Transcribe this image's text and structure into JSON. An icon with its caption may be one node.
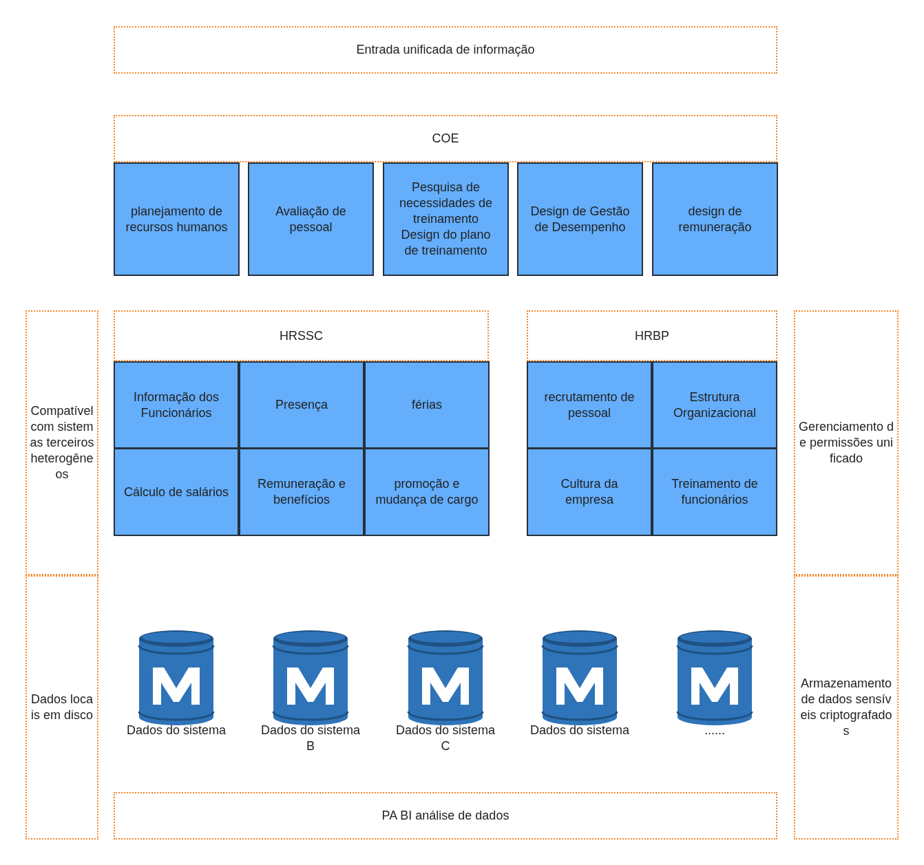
{
  "diagram": {
    "nodes": [
      {
        "text": [
          "Entrada unificada de informação"
        ]
      },
      {
        "text": [
          "COE"
        ]
      },
      {
        "text": [
          "planejamento de recursos humanos"
        ]
      },
      {
        "text": [
          "Avaliação de pessoal"
        ]
      },
      {
        "text": [
          "Pesquisa de necessidades de treinamento Design do plano de treinamento"
        ]
      },
      {
        "text": [
          "Design de Gestão de Desempenho"
        ]
      },
      {
        "text": [
          "design de remuneração"
        ]
      },
      {
        "text": [
          "Compatível com sistemas terceiros heterogêneos"
        ]
      },
      {
        "text": [
          "HRSSC"
        ]
      },
      {
        "text": [
          "HRBP"
        ]
      },
      {
        "text": [
          "Gerenciamento de permissões unificado"
        ]
      },
      {
        "text": [
          "Informação dos Funcionários"
        ]
      },
      {
        "text": [
          "Presença"
        ]
      },
      {
        "text": [
          "férias"
        ]
      },
      {
        "text": [
          "recrutamento de pessoal"
        ]
      },
      {
        "text": [
          "Estrutura Organizacional"
        ]
      },
      {
        "text": [
          "Cálculo de salários"
        ]
      },
      {
        "text": [
          "Remuneração e benefícios"
        ]
      },
      {
        "text": [
          "promoção e mudança de cargo"
        ]
      },
      {
        "text": [
          "Cultura da empresa"
        ]
      },
      {
        "text": [
          "Treinamento de funcionários"
        ]
      },
      {
        "text": [
          "Dados locais em disco"
        ]
      },
      {
        "text": [
          "Dados do sistema"
        ]
      },
      {
        "text": [
          "Dados do sistema B"
        ]
      },
      {
        "text": [
          "Dados do sistema C"
        ]
      },
      {
        "text": [
          "Dados do sistema"
        ]
      },
      {
        "text": [
          "......"
        ]
      },
      {
        "text": [
          "Armazenamento de dados sensíveis criptografados"
        ]
      },
      {
        "text": [
          "PA BI análise de dados"
        ]
      }
    ],
    "edges": []
  }
}
